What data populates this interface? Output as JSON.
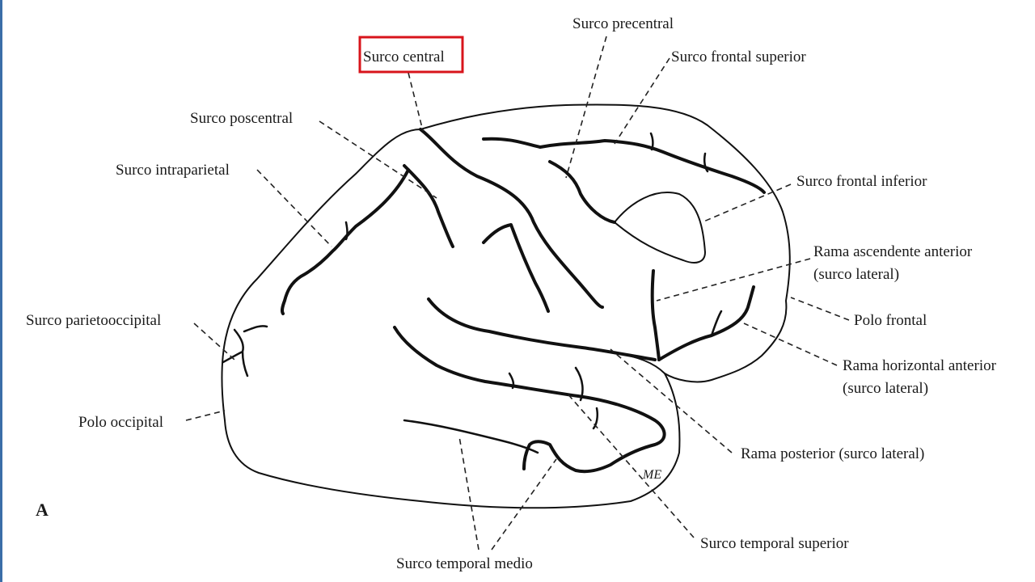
{
  "panel_label": "A",
  "signature": "ME",
  "highlight_color": "#d8141b",
  "labels": {
    "surco_central": "Surco central",
    "surco_precentral": "Surco precentral",
    "surco_frontal_superior": "Surco frontal superior",
    "surco_poscentral": "Surco poscentral",
    "surco_intraparietal": "Surco intraparietal",
    "surco_frontal_inferior": "Surco frontal inferior",
    "rama_ascendente_1": "Rama ascendente anterior",
    "rama_ascendente_2": "(surco lateral)",
    "surco_parietooccipital": "Surco parietooccipital",
    "polo_frontal": "Polo frontal",
    "rama_horizontal_1": "Rama horizontal anterior",
    "rama_horizontal_2": "(surco lateral)",
    "polo_occipital": "Polo occipital",
    "rama_posterior": "Rama posterior (surco lateral)",
    "surco_temporal_superior": "Surco temporal superior",
    "surco_temporal_medio": "Surco temporal medio"
  }
}
